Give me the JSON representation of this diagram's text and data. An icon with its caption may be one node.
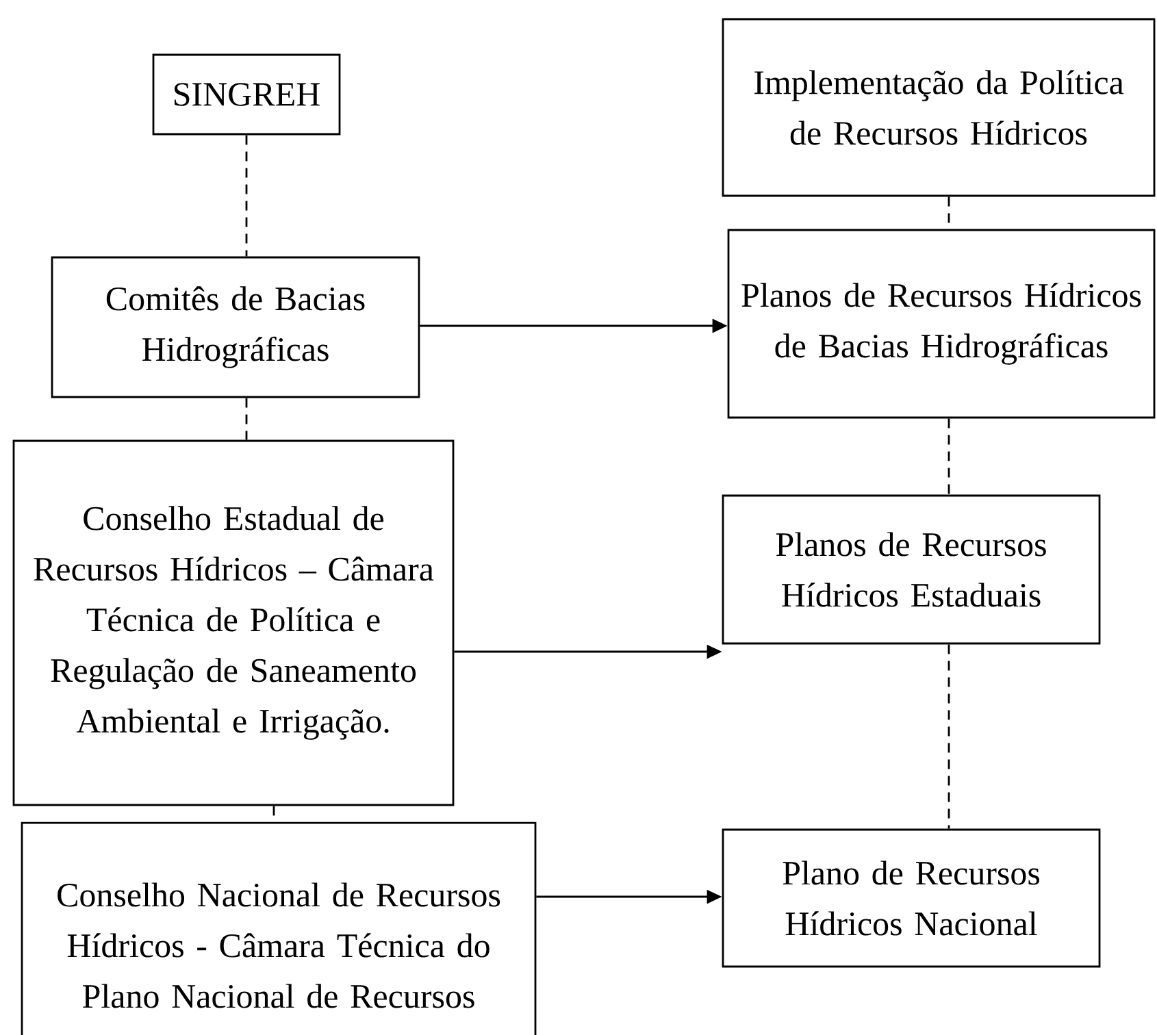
{
  "diagram": {
    "nodes": [
      {
        "text": [
          "SINGREH"
        ]
      },
      {
        "text": [
          "Comitês de Bacias Hidrográficas"
        ]
      },
      {
        "text": [
          "Conselho Estadual de Recursos Hídricos – Câmara Técnica de Política e Regulação de Saneamento Ambiental e Irrigação."
        ]
      },
      {
        "text": [
          "Conselho Nacional de Recursos Hídricos - Câmara Técnica do Plano Nacional de Recursos"
        ]
      },
      {
        "text": [
          "Implementação da Política de Recursos Hídricos"
        ]
      },
      {
        "text": [
          "Planos de Recursos Hídricos de Bacias Hidrográficas"
        ]
      },
      {
        "text": [
          "Planos de Recursos Hídricos Estaduais"
        ]
      },
      {
        "text": [
          "Plano de Recursos Hídricos Nacional"
        ]
      }
    ],
    "edges": [
      {
        "from": 0,
        "to": 1,
        "arrow": "none",
        "style": "dashed"
      },
      {
        "from": 1,
        "to": 2,
        "arrow": "none",
        "style": "dashed"
      },
      {
        "from": 2,
        "to": 3,
        "arrow": "none",
        "style": "dashed"
      },
      {
        "from": 4,
        "to": 5,
        "arrow": "none",
        "style": "dashed"
      },
      {
        "from": 5,
        "to": 6,
        "arrow": "none",
        "style": "dashed"
      },
      {
        "from": 6,
        "to": 7,
        "arrow": "none",
        "style": "dashed"
      },
      {
        "from": 1,
        "to": 5,
        "arrow": "to"
      },
      {
        "from": 2,
        "to": 6,
        "arrow": "to"
      },
      {
        "from": 3,
        "to": 7,
        "arrow": "to"
      }
    ]
  }
}
